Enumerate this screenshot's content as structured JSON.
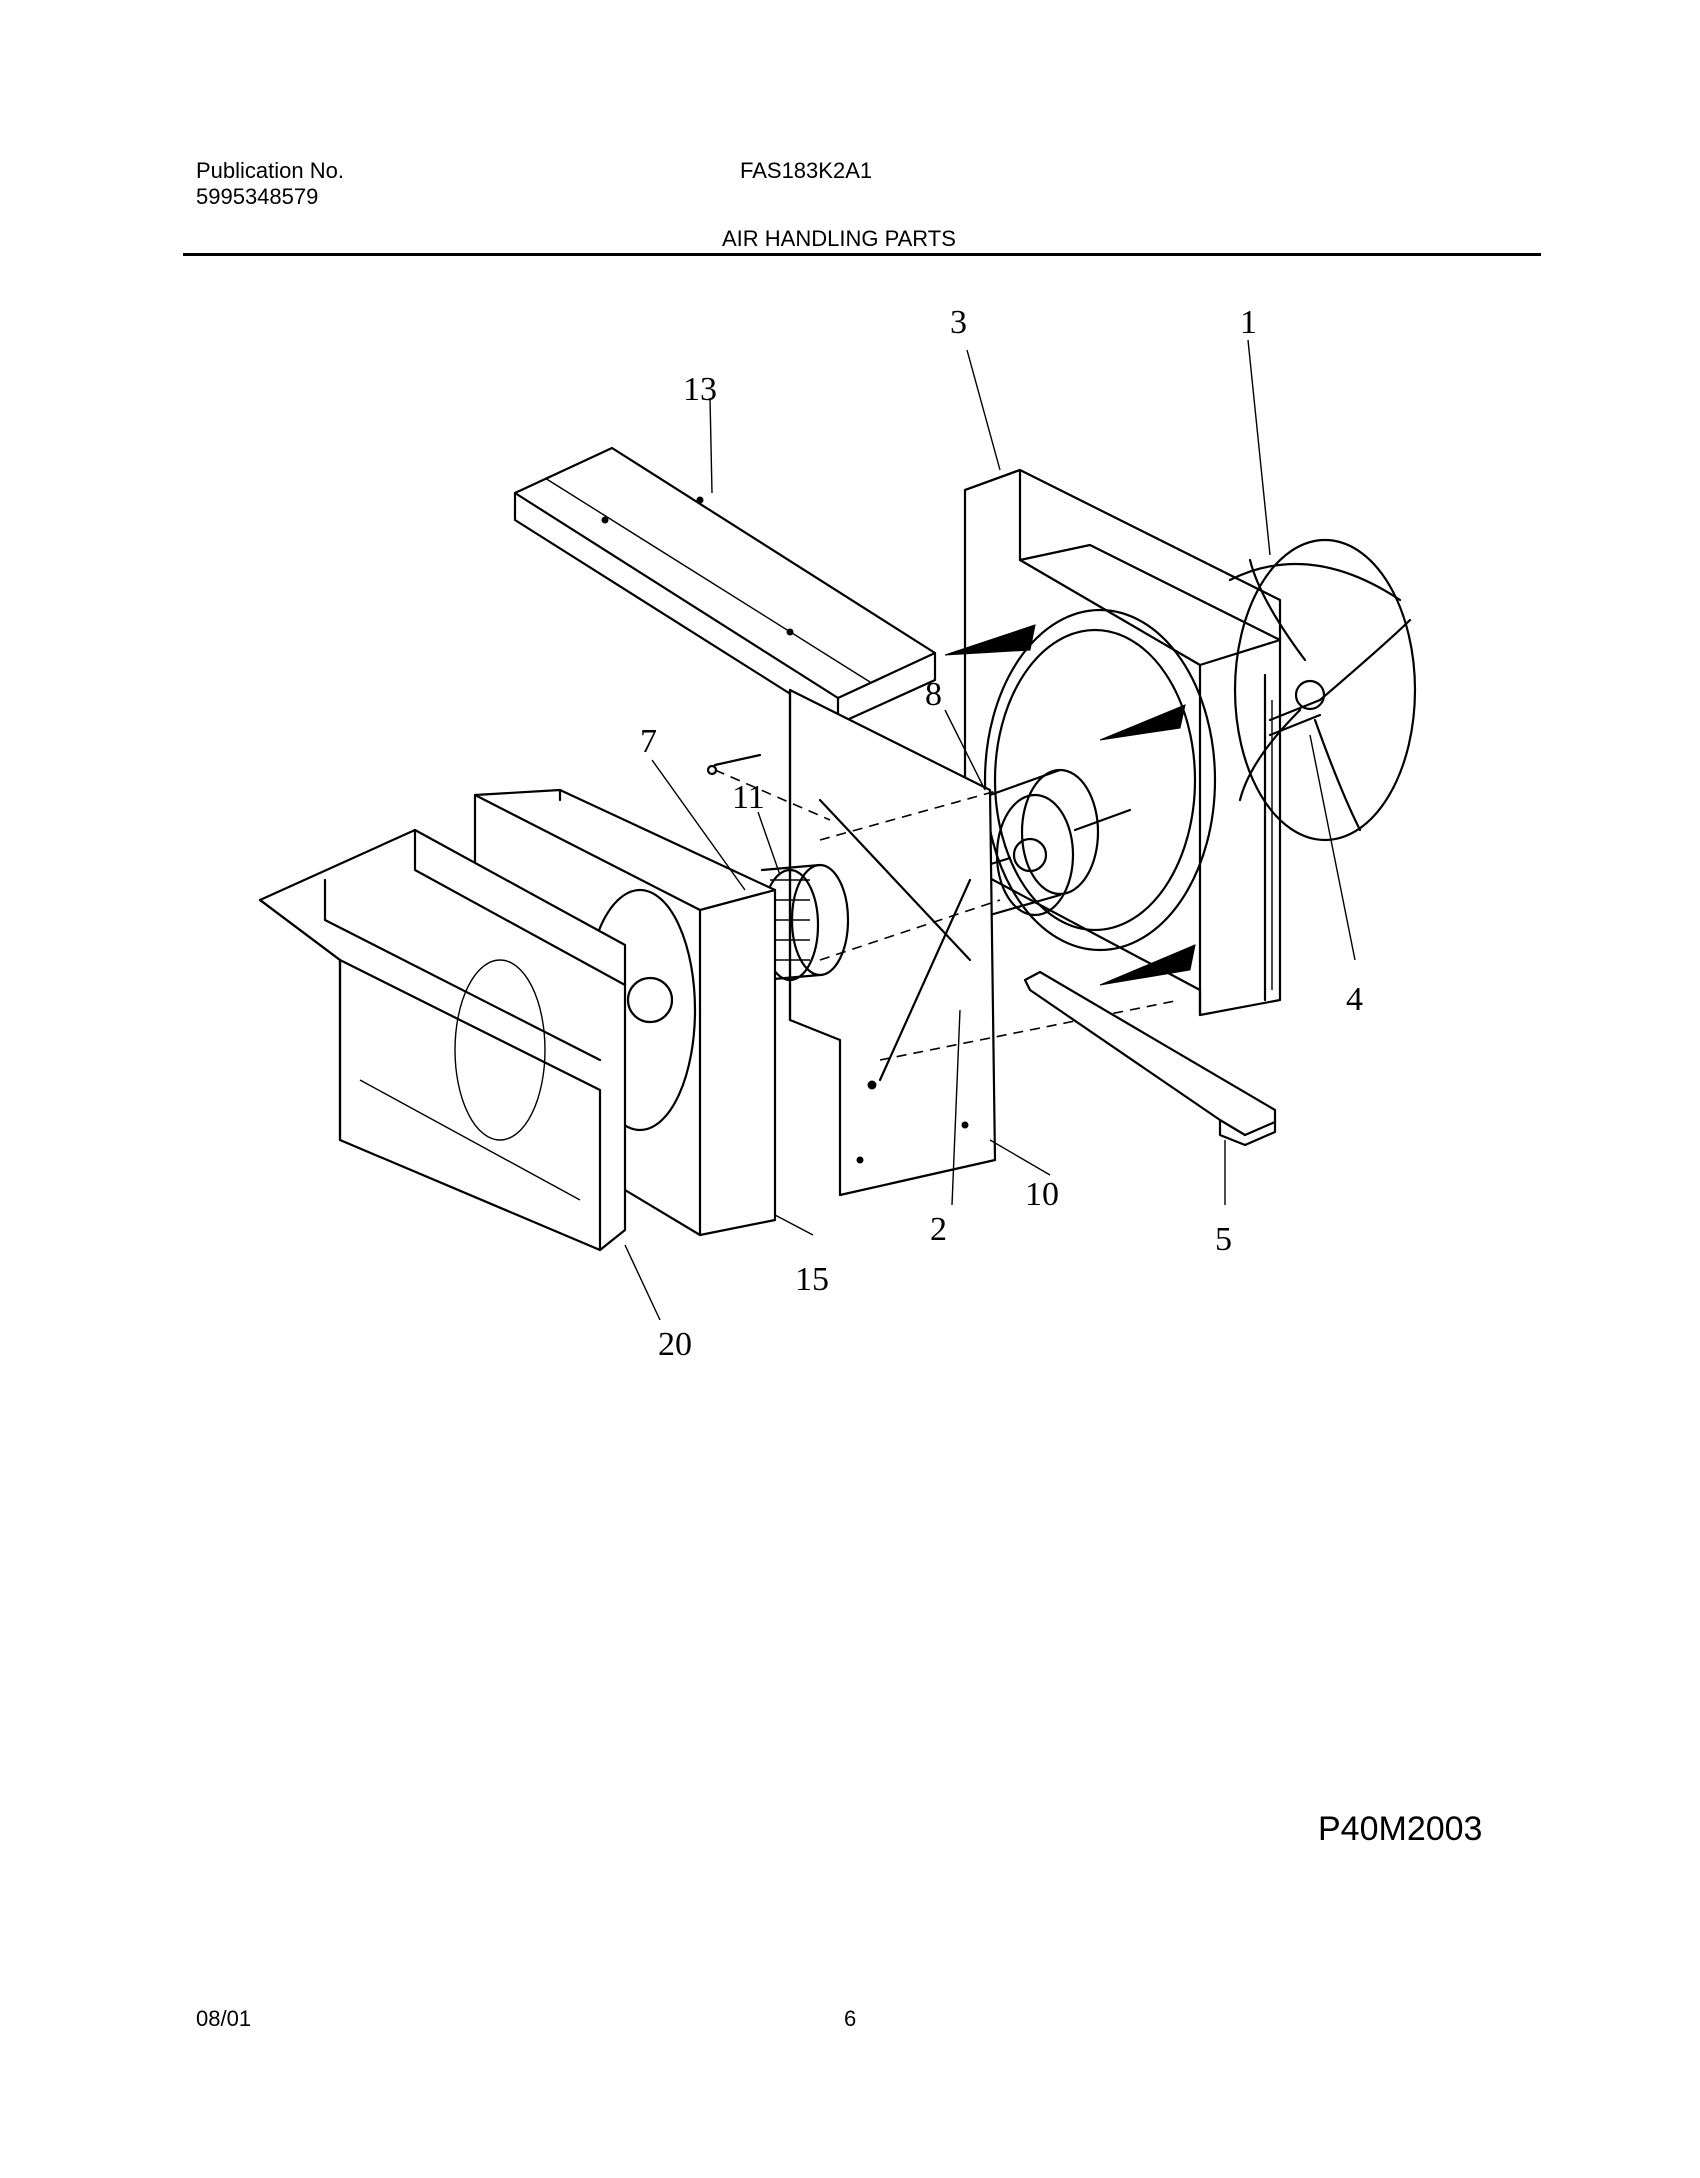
{
  "header": {
    "publication_label": "Publication No.",
    "publication_number": "5995348579",
    "model_number": "FAS183K2A1",
    "section_title": "AIR HANDLING PARTS"
  },
  "diagram": {
    "callouts": [
      "1",
      "2",
      "3",
      "4",
      "5",
      "7",
      "8",
      "10",
      "11",
      "13",
      "15",
      "20"
    ],
    "code": "P40M2003"
  },
  "footer": {
    "date": "08/01",
    "page": "6"
  }
}
